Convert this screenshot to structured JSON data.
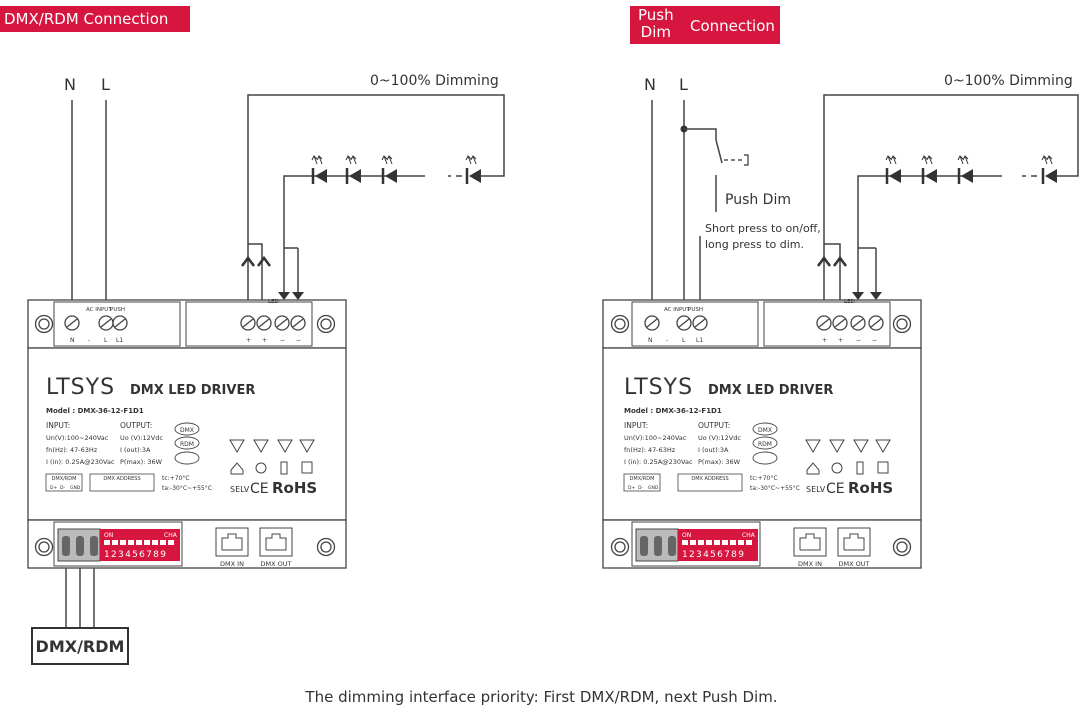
{
  "left": {
    "badge": "DMX/RDM Connection",
    "n": "N",
    "l": "L",
    "dimming": "0~100% Dimming",
    "dmx_box": "DMX/RDM"
  },
  "right": {
    "badge_top": "Push",
    "badge_bottom": "Dim",
    "badge_side": "Connection",
    "n": "N",
    "l": "L",
    "dimming": "0~100% Dimming",
    "push_dim": "Push Dim",
    "note_1": "Short press to on/off,",
    "note_2": "long press to dim."
  },
  "driver": {
    "brand": "LTSYS",
    "product": "DMX LED DRIVER",
    "model": "Model : DMX-36-12-F1D1",
    "input_h": "INPUT:",
    "input_1": "Un(V):100~240Vac",
    "input_2": "fn(Hz): 47-63Hz",
    "input_3": "I (in): 0.25A@230Vac",
    "output_h": "OUTPUT:",
    "output_1": "Uo (V):12Vdc",
    "output_2": "I (out):3A",
    "output_3": "P(max): 36W",
    "dmx_tag": "DMX",
    "rdm_tag": "RDM",
    "temp_1": "tc:+70°C",
    "temp_2": "ta:-30°C~+55°C",
    "selv": "SELV",
    "ce": "CE",
    "rohs": "RoHS",
    "ac_input": "AC INPUT",
    "push": "PUSH",
    "led": "LED",
    "term_n": "N",
    "term_dash": "-",
    "term_l": "L",
    "term_l1": "L1",
    "plus": "+",
    "minus": "−",
    "dmxrdm_lbl": "DMX/RDM",
    "dplus": "D+",
    "dminus": "D-",
    "gnd": "GND",
    "dmx_address": "DMX ADDRESS",
    "on": "ON",
    "cha": "CHA",
    "digits": "123456789",
    "dmx_in": "DMX IN",
    "dmx_out": "DMX OUT"
  },
  "footer": "The dimming interface priority: First DMX/RDM, next Push Dim."
}
